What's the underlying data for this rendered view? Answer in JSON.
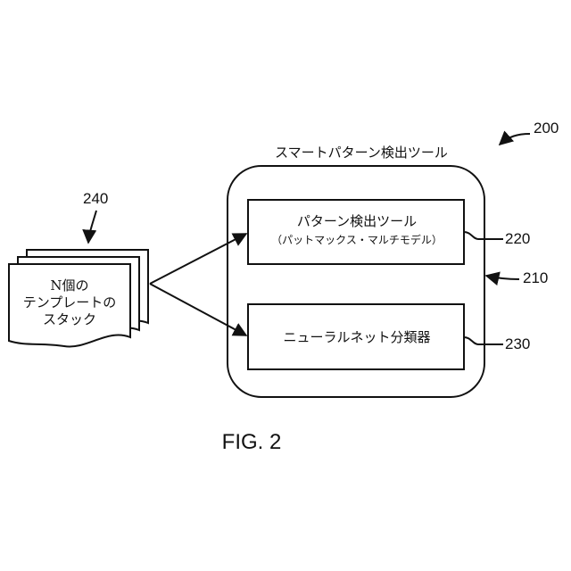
{
  "figure": {
    "caption": "FIG. 2",
    "ref_200": "200",
    "ref_210": "210",
    "ref_220": "220",
    "ref_230": "230",
    "ref_240": "240"
  },
  "tool": {
    "title": "スマートパターン検出ツール"
  },
  "pattern_box": {
    "line1": "パターン検出ツール",
    "line2": "（パットマックス・マルチモデル）"
  },
  "neural_box": {
    "label": "ニューラルネット分類器"
  },
  "stack": {
    "line1": "N個の",
    "line2": "テンプレートの",
    "line3": "スタック"
  }
}
